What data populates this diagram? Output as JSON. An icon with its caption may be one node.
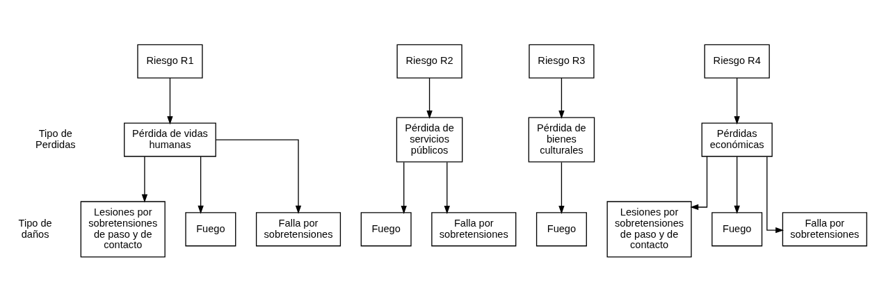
{
  "diagram": {
    "nodes": [
      {
        "text": [
          "Riesgo R1"
        ]
      },
      {
        "text": [
          "Riesgo R2"
        ]
      },
      {
        "text": [
          "Riesgo R3"
        ]
      },
      {
        "text": [
          "Riesgo R4"
        ]
      },
      {
        "text": [
          "Pérdida de vidas humanas"
        ]
      },
      {
        "text": [
          "Pérdida de servicios públicos"
        ]
      },
      {
        "text": [
          "Pérdida de bienes culturales"
        ]
      },
      {
        "text": [
          "Pérdidas económicas"
        ]
      },
      {
        "text": [
          "Lesiones por sobretensiones de paso y de contacto"
        ]
      },
      {
        "text": [
          "Fuego"
        ]
      },
      {
        "text": [
          "Falla por sobretensiones"
        ]
      },
      {
        "text": [
          "Fuego"
        ]
      },
      {
        "text": [
          "Falla por sobretensiones"
        ]
      },
      {
        "text": [
          "Fuego"
        ]
      },
      {
        "text": [
          "Lesiones por sobretensiones de paso y de contacto"
        ]
      },
      {
        "text": [
          "Fuego"
        ]
      },
      {
        "text": [
          "Falla por sobretensiones"
        ]
      }
    ],
    "edges": [
      {
        "from": 0,
        "to": 4,
        "arrow": "to"
      },
      {
        "from": 1,
        "to": 5,
        "arrow": "to"
      },
      {
        "from": 2,
        "to": 6,
        "arrow": "to"
      },
      {
        "from": 3,
        "to": 7,
        "arrow": "to"
      },
      {
        "from": 4,
        "to": 8,
        "arrow": "to"
      },
      {
        "from": 4,
        "to": 9,
        "arrow": "to"
      },
      {
        "from": 4,
        "to": 10,
        "arrow": "to"
      },
      {
        "from": 5,
        "to": 11,
        "arrow": "to"
      },
      {
        "from": 5,
        "to": 12,
        "arrow": "to"
      },
      {
        "from": 6,
        "to": 13,
        "arrow": "to"
      },
      {
        "from": 7,
        "to": 14,
        "arrow": "to"
      },
      {
        "from": 7,
        "to": 15,
        "arrow": "to"
      },
      {
        "from": 7,
        "to": 16,
        "arrow": "to"
      }
    ],
    "labels": [
      "Tipo de Perdidas",
      "Tipo de daños"
    ]
  }
}
